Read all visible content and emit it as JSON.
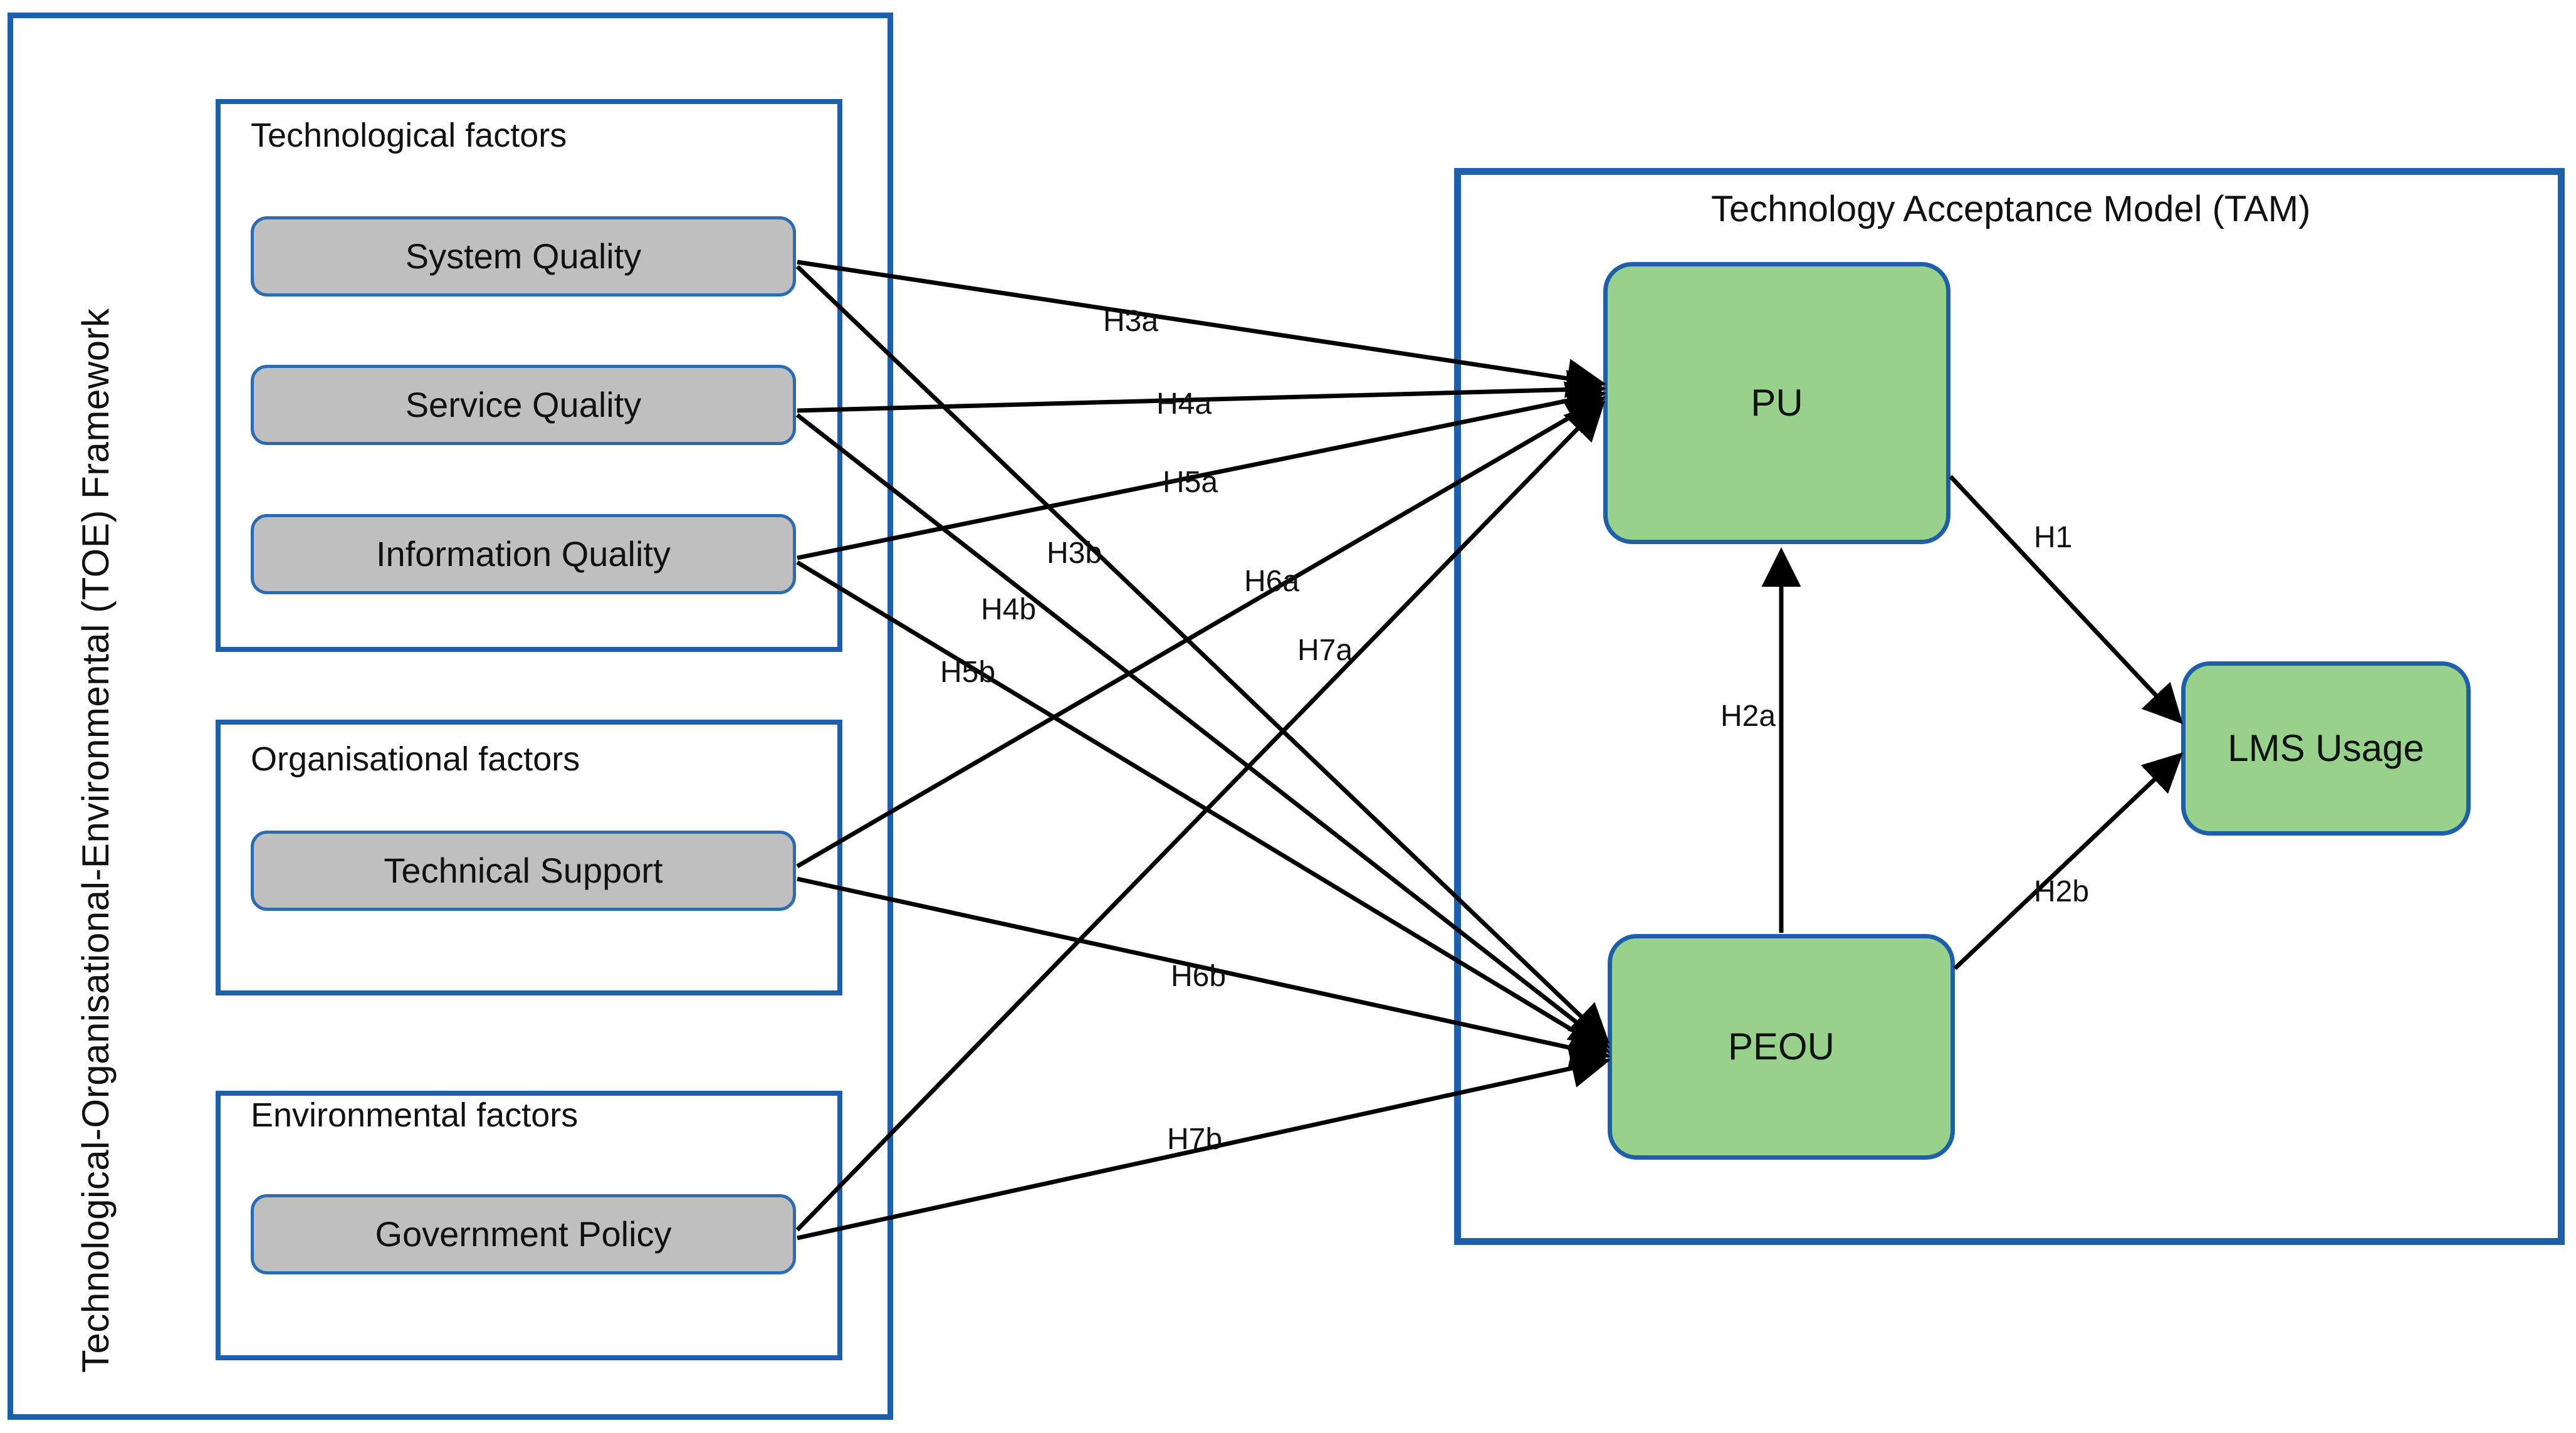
{
  "diagram": {
    "toe_framework_label": "Technological-Organisational-Environmental  (TOE) Framework",
    "tam_title": "Technology Acceptance Model (TAM)",
    "groups": [
      {
        "title": "Technological factors"
      },
      {
        "title": "Organisational factors"
      },
      {
        "title": "Environmental factors"
      }
    ],
    "factors": [
      {
        "label": "System Quality"
      },
      {
        "label": "Service Quality"
      },
      {
        "label": "Information Quality"
      },
      {
        "label": "Technical Support"
      },
      {
        "label": "Government Policy"
      }
    ],
    "constructs": [
      {
        "label": "PU"
      },
      {
        "label": "PEOU"
      },
      {
        "label": "LMS Usage"
      }
    ],
    "hypotheses": [
      {
        "id": "H3a",
        "from": "System Quality",
        "to": "PU"
      },
      {
        "id": "H4a",
        "from": "Service Quality",
        "to": "PU"
      },
      {
        "id": "H5a",
        "from": "Information Quality",
        "to": "PU"
      },
      {
        "id": "H3b",
        "from": "System Quality",
        "to": "PEOU"
      },
      {
        "id": "H4b",
        "from": "Service Quality",
        "to": "PEOU"
      },
      {
        "id": "H5b",
        "from": "Information Quality",
        "to": "PEOU"
      },
      {
        "id": "H6a",
        "from": "Technical Support",
        "to": "PU"
      },
      {
        "id": "H6b",
        "from": "Technical Support",
        "to": "PEOU"
      },
      {
        "id": "H7a",
        "from": "Government Policy",
        "to": "PU"
      },
      {
        "id": "H7b",
        "from": "Government Policy",
        "to": "PEOU"
      },
      {
        "id": "H1",
        "from": "PU",
        "to": "LMS Usage"
      },
      {
        "id": "H2a",
        "from": "PEOU",
        "to": "PU"
      },
      {
        "id": "H2b",
        "from": "PEOU",
        "to": "LMS Usage"
      }
    ],
    "colors": {
      "frame_blue": "#1F5FA9",
      "node_grey": "#BFBFBF",
      "node_green": "#97D18C",
      "edge_black": "#000000",
      "background": "#FFFFFF"
    }
  }
}
